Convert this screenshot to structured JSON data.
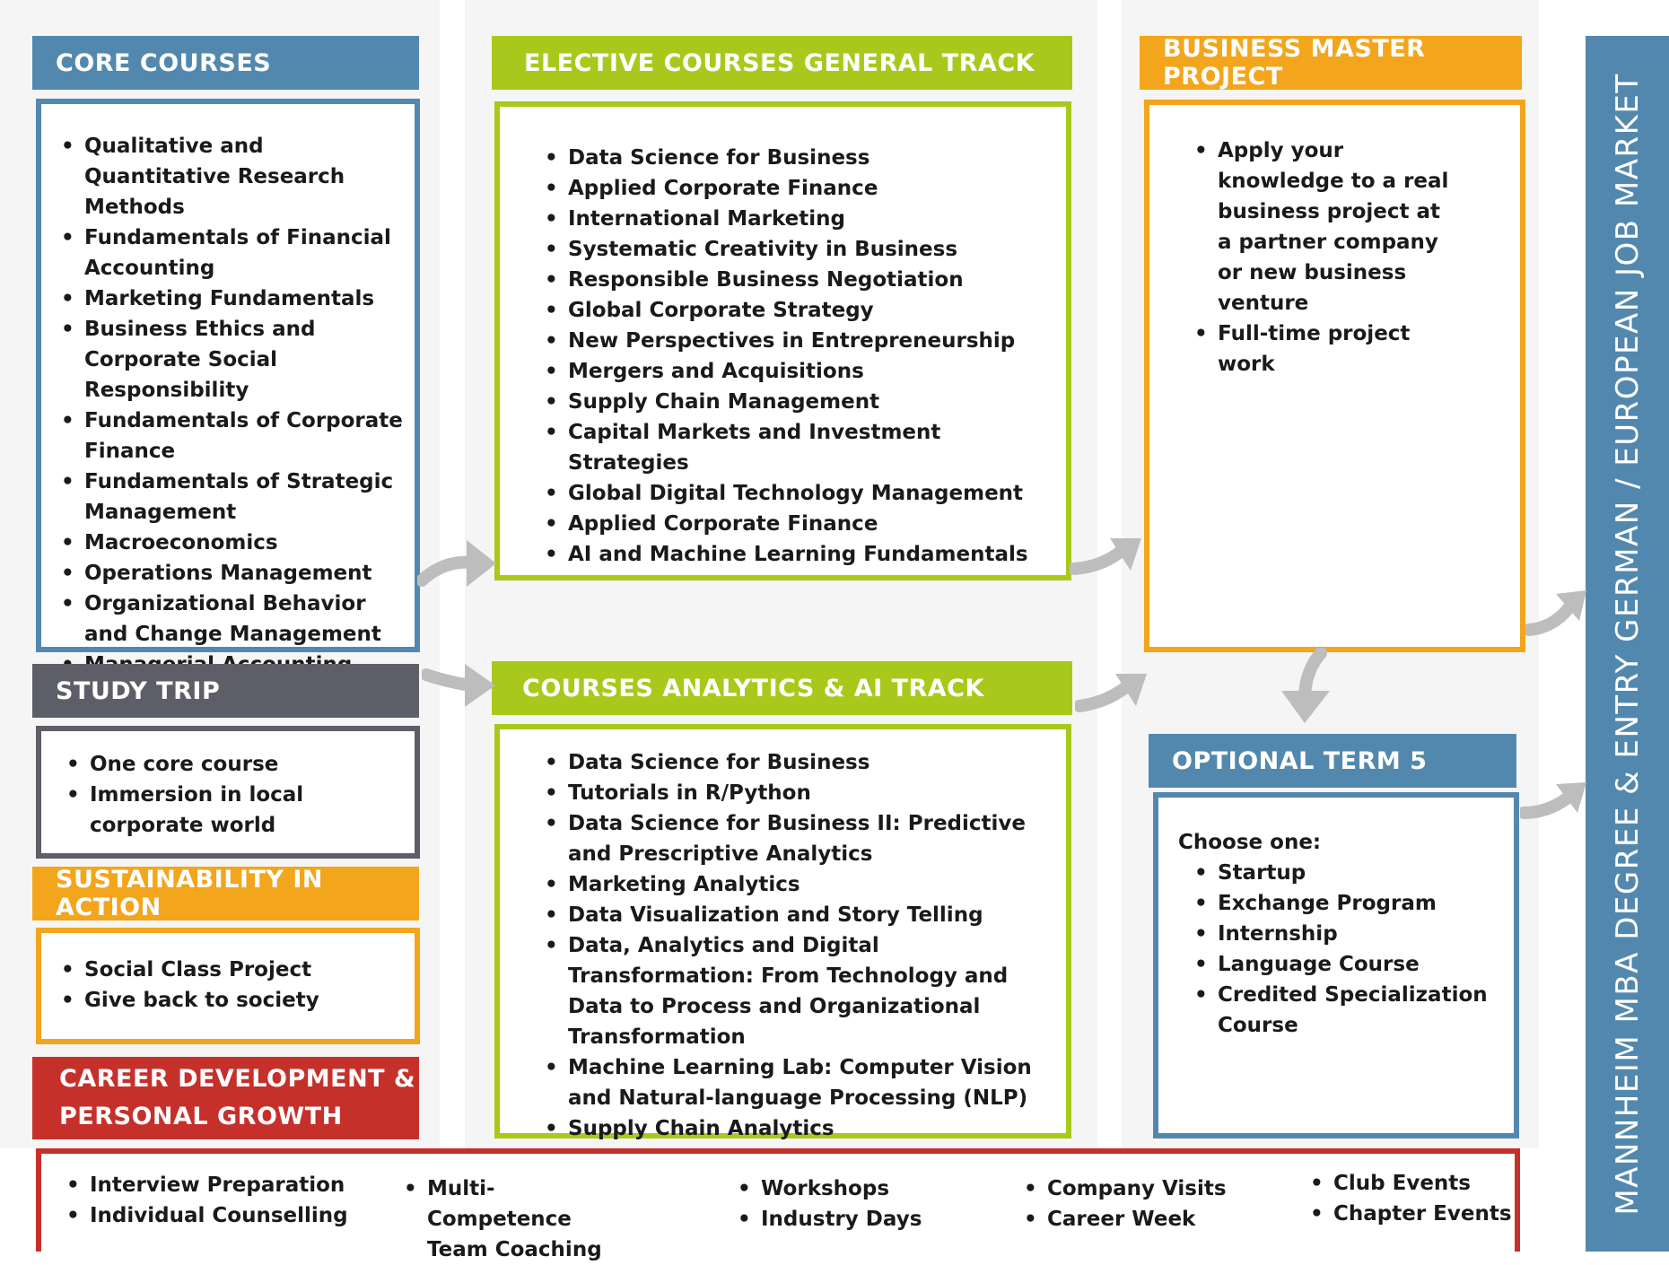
{
  "core_courses": {
    "title": "CORE COURSES",
    "items": [
      "Qualitative and Quantitative Research Methods",
      "Fundamentals of Financial Accounting",
      "Marketing Fundamentals",
      "Business Ethics and Corporate Social Responsibility",
      "Fundamentals of Corporate Finance",
      "Fundamentals of Strategic Management",
      "Macroeconomics",
      "Operations Management",
      "Organizational Behavior and Change Management",
      "Managerial Accounting"
    ]
  },
  "study_trip": {
    "title": "STUDY TRIP",
    "items": [
      "One core course",
      "Immersion in local corporate world"
    ]
  },
  "sustainability": {
    "title": "SUSTAINABILITY IN ACTION",
    "items": [
      "Social Class Project",
      "Give back to society"
    ]
  },
  "career": {
    "title_line1": "CAREER DEVELOPMENT &",
    "title_line2": "PERSONAL GROWTH",
    "columns": [
      [
        "Interview Preparation",
        "Individual Counselling"
      ],
      [
        "Multi-Competence Team Coaching"
      ],
      [
        "Workshops",
        "Industry Days"
      ],
      [
        "Company Visits",
        "Career Week"
      ],
      [
        "Club Events",
        "Chapter Events"
      ]
    ]
  },
  "elective_general": {
    "title": "ELECTIVE COURSES GENERAL TRACK",
    "items": [
      "Data Science for Business",
      "Applied Corporate Finance",
      "International Marketing",
      "Systematic Creativity in Business",
      "Responsible Business Negotiation",
      "Global Corporate Strategy",
      "New Perspectives in Entrepreneurship",
      "Mergers and Acquisitions",
      "Supply Chain Management",
      "Capital Markets and Investment Strategies",
      "Global Digital Technology Management",
      "Applied Corporate Finance",
      "AI and Machine Learning Fundamentals"
    ]
  },
  "analytics_track": {
    "title": "COURSES ANALYTICS & AI TRACK",
    "items": [
      "Data Science for Business",
      "Tutorials in R/Python",
      "Data Science for Business II: Predictive and Prescriptive Analytics",
      "Marketing Analytics",
      "Data Visualization and Story Telling",
      "Data, Analytics and Digital Transformation: From Technology and Data to Process and Organizational Transformation",
      "Machine Learning Lab: Computer Vision and Natural-language Processing (NLP)",
      "Supply Chain Analytics"
    ]
  },
  "master_project": {
    "title": "BUSINESS MASTER PROJECT",
    "items": [
      "Apply your knowledge to a real business project at a partner company or new business venture",
      "Full-time project work"
    ]
  },
  "optional_term": {
    "title": "OPTIONAL TERM 5",
    "intro": "Choose one:",
    "items": [
      "Startup",
      "Exchange Program",
      "Internship",
      "Language Course",
      "Credited Specialization Course"
    ]
  },
  "outcome": {
    "label": "MANNHEIM MBA DEGREE & ENTRY GERMAN / EUROPEAN JOB MARKET"
  },
  "colors": {
    "blue": "#5388ae",
    "green": "#a8c91b",
    "orange": "#f3a51c",
    "gray": "#5d5e68",
    "red": "#c6302b",
    "arrow": "#bdbdbd"
  }
}
